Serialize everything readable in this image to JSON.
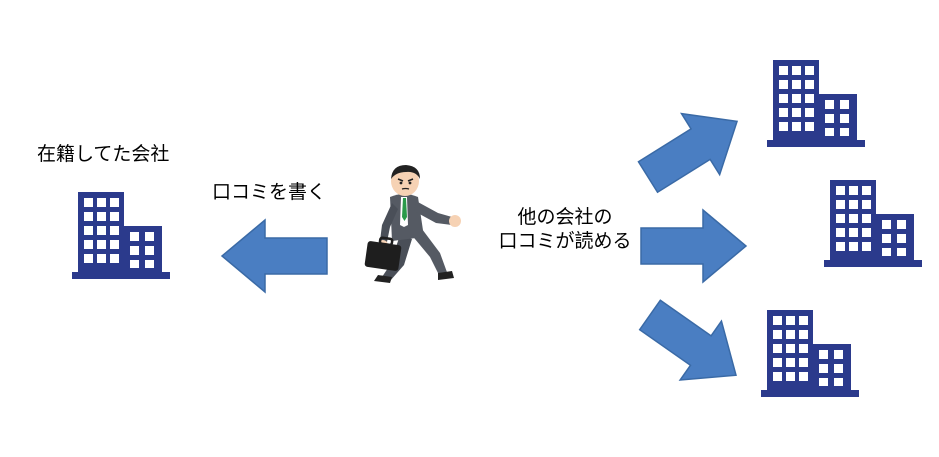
{
  "labels": {
    "former_company": "在籍してた会社",
    "write_review": "口コミを書く",
    "read_reviews_line1": "他の会社の",
    "read_reviews_line2": "口コミが読める"
  },
  "icons": {
    "building": "building-icon",
    "arrow": "arrow-icon",
    "person": "businessman-icon"
  },
  "colors": {
    "building": "#2B3A8C",
    "arrow_fill": "#4A7EC2",
    "arrow_stroke": "#3A6AA6",
    "suit": "#555A63",
    "tie": "#2A9A4A",
    "skin": "#F6D2B4",
    "hair": "#222222"
  }
}
